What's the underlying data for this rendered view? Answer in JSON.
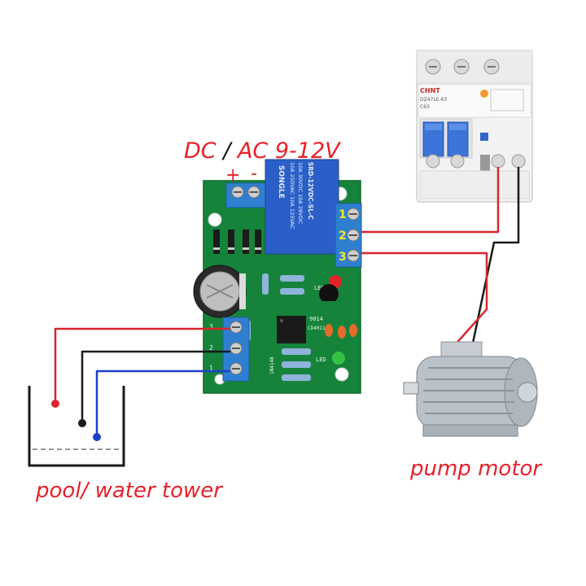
{
  "labels": {
    "supply": "DC / AC 9-12V",
    "supply_dc": "DC",
    "supply_sep": "/",
    "supply_ac": "AC 9-12V",
    "plus": "+",
    "minus": "-",
    "pool": "pool/ water tower",
    "pump": "pump motor"
  },
  "relay": {
    "brand": "SONGLE",
    "model": "SRD-12VDC-SL-C",
    "ratings": [
      "10A 250VAC 10A 125VAC",
      "10A 30VDC 10A 28VDC"
    ]
  },
  "breaker": {
    "brand": "CHNT",
    "model": "DZ47LE-63",
    "rating": "C63"
  },
  "terminal_numbers": [
    "1",
    "2",
    "3"
  ],
  "probe_numbers": [
    "3",
    "2",
    "1"
  ],
  "pcb_labels": {
    "led_top": "LED",
    "led_bottom": "LED",
    "diode": "1N4148",
    "transistor": "9014",
    "ic": "CD4011"
  },
  "colors": {
    "label_red": "#e8202a",
    "pcb_green": "#1a8a3e",
    "terminal_blue": "#2f7fd0",
    "wire_red": "#d8262e",
    "wire_black": "#1a1a1a",
    "wire_blue": "#1e40c8"
  }
}
